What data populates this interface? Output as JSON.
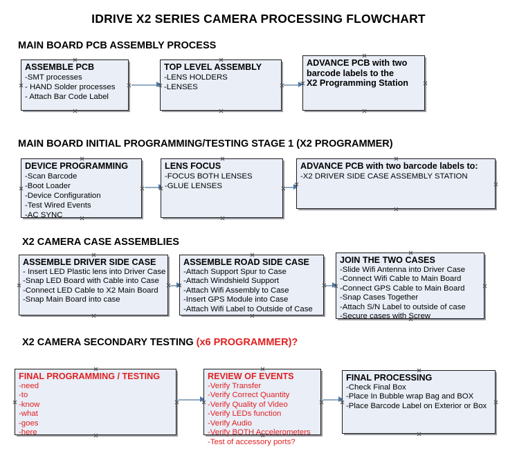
{
  "document": {
    "title": "IDRIVE X2  SERIES CAMERA PROCESSING FLOWCHART"
  },
  "sections": [
    {
      "id": "main-board-pcb-assembly-process",
      "heading": "MAIN BOARD PCB ASSEMBLY PROCESS",
      "heading_suffix": "",
      "boxes": [
        {
          "id": "assemble-pcb",
          "title": "ASSEMBLE PCB",
          "lines": [
            "-SMT processes",
            "- HAND Solder processes",
            "- Attach Bar Code Label"
          ]
        },
        {
          "id": "top-level-assembly",
          "title": "TOP LEVEL ASSEMBLY",
          "lines": [
            "-LENS HOLDERS",
            "-LENSES"
          ]
        },
        {
          "id": "advance-pcb-to-x2-programming-station",
          "title": "ADVANCE PCB with two",
          "title2": "barcode labels to the",
          "title3": " X2 Programming Station",
          "lines": []
        }
      ]
    },
    {
      "id": "main-board-initial-programming",
      "heading": "MAIN BOARD INITIAL PROGRAMMING/TESTING STAGE 1 (X2 PROGRAMMER)",
      "boxes": [
        {
          "id": "device-programming",
          "title": "DEVICE PROGRAMMING",
          "lines": [
            "-Scan Barcode",
            "-Boot Loader",
            "-Device Configuration",
            "-Test Wired Events",
            "-AC SYNC"
          ]
        },
        {
          "id": "lens-focus",
          "title": "LENS FOCUS",
          "lines": [
            "-FOCUS BOTH LENSES",
            "-GLUE LENSES"
          ]
        },
        {
          "id": "advance-pcb-to-driver-side-case-assembly",
          "title": "ADVANCE PCB with two barcode labels to:",
          "lines": [
            "-X2 DRIVER  SIDE  CASE  ASSEMBLY STATION"
          ]
        }
      ]
    },
    {
      "id": "x2-camera-case-assemblies",
      "heading": "X2 CAMERA CASE ASSEMBLIES",
      "boxes": [
        {
          "id": "assemble-driver-side-case",
          "title": "ASSEMBLE DRIVER SIDE CASE",
          "lines": [
            "- Insert LED Plastic lens into Driver Case",
            "-Snap LED Board with Cable into Case",
            "-Connect LED Cable to X2 Main Board",
            "-Snap Main Board into case"
          ]
        },
        {
          "id": "assemble-road-side-case",
          "title": "ASSEMBLE ROAD SIDE CASE",
          "lines": [
            "-Attach Support Spur to Case",
            "-Attach Windshield Support",
            "-Attach Wifi Assembly to Case",
            "-Insert GPS Module into Case",
            "-Attach Wifi Label to Outside of Case"
          ]
        },
        {
          "id": "join-the-two-cases",
          "title": "JOIN THE TWO CASES",
          "lines": [
            "-Slide Wifi Antenna into Driver Case",
            "-Connect Wifi Cable to Main Board",
            "-Connect GPS Cable to Main Board",
            "-Snap Cases Together",
            "-Attach S/N Label to outside of case",
            "-Secure cases with Screw"
          ]
        }
      ]
    },
    {
      "id": "x2-camera-secondary-testing",
      "heading": "X2 CAMERA SECONDARY TESTING ",
      "heading_suffix": "(x6 PROGRAMMER)?",
      "boxes": [
        {
          "id": "final-programming-testing",
          "title": "FINAL PROGRAMMING / TESTING",
          "lines": [
            "-need",
            "-to",
            "-know",
            "-what",
            "-goes",
            "-here"
          ],
          "color": "#e02020"
        },
        {
          "id": "review-of-events",
          "title": "REVIEW OF EVENTS",
          "lines": [
            "-Verify Transfer",
            "-Verify Correct Quantity",
            "-Verify Quality of Video",
            "-Verify LEDs function",
            "-Verify Audio",
            "-Verify BOTH Accelerometers",
            "-Test of accessory ports?"
          ],
          "color": "#e02020"
        },
        {
          "id": "final-processing",
          "title": "FINAL PROCESSING",
          "lines": [
            " -Check Final Box",
            "-Place In Bubble wrap Bag and BOX",
            "-Place Barcode Label on Exterior or Box"
          ]
        }
      ]
    }
  ],
  "style": {
    "box_fill": "#e9eef7",
    "box_border": "#1b1b1b",
    "box_shadow": "#9a9aa2",
    "connector": "#8faac4",
    "arrowhead": "#4a77a8",
    "accent_red": "#e02020"
  }
}
